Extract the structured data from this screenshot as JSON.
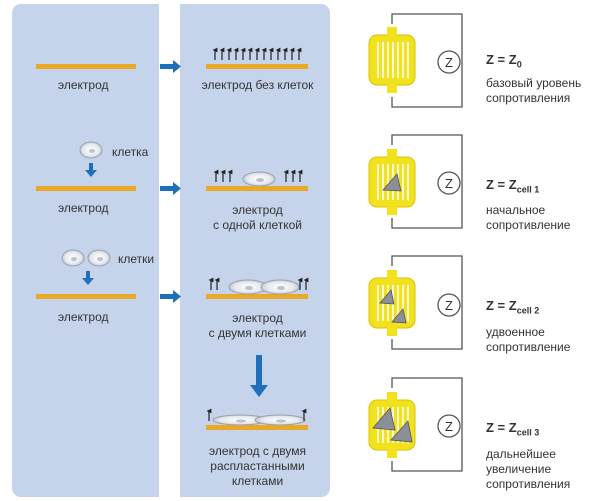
{
  "colors": {
    "panel": "#c5d4ea",
    "electrode": "#e9a825",
    "arrow": "#1f6fba",
    "sensor": "#f2e21d",
    "wire": "#555555"
  },
  "icons": [
    "right-arrow-icon",
    "down-arrow-icon",
    "impedance-meter-icon",
    "cell-icon",
    "ion-arrows-icon",
    "interdigitated-electrode-icon"
  ],
  "left": {
    "electrode_label": "электрод",
    "cell_label": "клетка",
    "cells_label": "клетки"
  },
  "middle": {
    "s1": "электрод без клеток",
    "s2a": "электрод",
    "s2b": "с одной клеткой",
    "s3a": "электрод",
    "s3b": "с двумя клетками",
    "s4a": "электрод с двумя",
    "s4b": "распластанными",
    "s4c": "клетками"
  },
  "right": {
    "meter_symbol": "Z",
    "z1": {
      "lhs": "Z = Z",
      "sub": "0",
      "d1": "базовый уровень",
      "d2": "сопротивления"
    },
    "z2": {
      "lhs": "Z = Z",
      "sub": "cell 1",
      "d1": "начальное",
      "d2": "сопротивление"
    },
    "z3": {
      "lhs": "Z = Z",
      "sub": "cell 2",
      "d1": "удвоенное",
      "d2": "сопротивление"
    },
    "z4": {
      "lhs": "Z = Z",
      "sub": "cell 3",
      "d1": "дальнейшее",
      "d2": "увеличение",
      "d3": "сопротивления"
    }
  }
}
